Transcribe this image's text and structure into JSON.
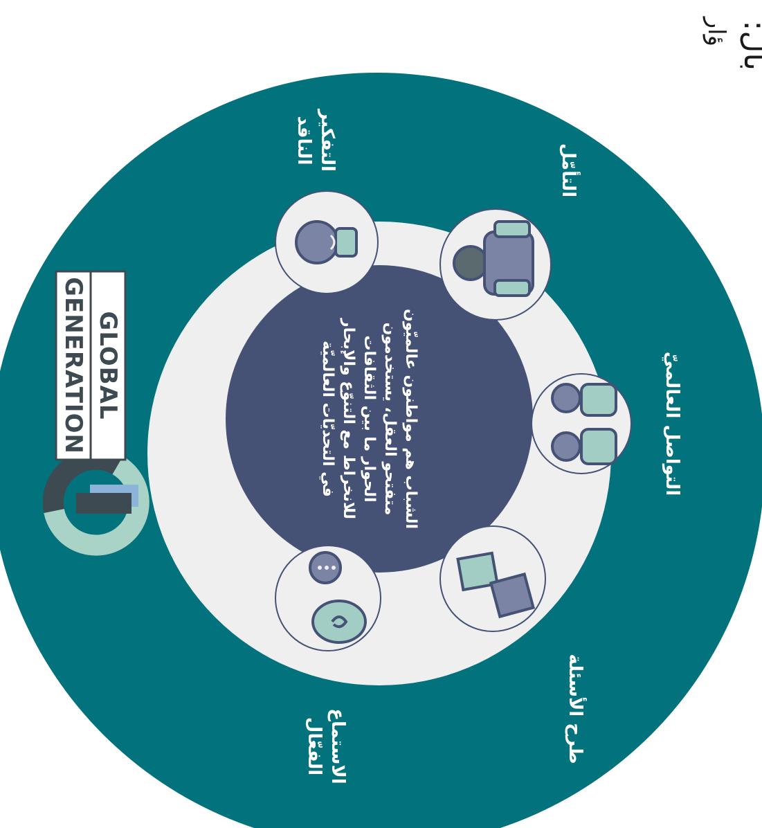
{
  "colors": {
    "outer_ring": "#02727d",
    "middle_ring": "#efefef",
    "center_disc": "#455275",
    "icon_slate": "#7b84a4",
    "icon_mint": "#a2cdc4",
    "logo_text": "#3e4a52",
    "logo_mint": "#a9d3c6",
    "logo_blue": "#8cb4d8"
  },
  "corner_text": {
    "line1": "بال:",
    "line2": "ؤار"
  },
  "logo": {
    "word1": "GENERATION",
    "word2": "GLOBAL"
  },
  "center": {
    "text": "الشباب هم مواطنون عالميّون متفتحو العقل، يستخدمون الحوار ما بين الثقافات للانخراط مع التنوّع والإبحار في التحديّات العالميّة"
  },
  "skills": [
    {
      "id": "critical-thinking",
      "icon": "lightbulb-icon",
      "line1": "التفكير",
      "line2": "الناقد"
    },
    {
      "id": "reflection",
      "icon": "reflecting-person-icon",
      "line1": "التأمّل",
      "line2": ""
    },
    {
      "id": "global-communication",
      "icon": "two-people-talking-icon",
      "line1": "التواصل العالميّ",
      "line2": ""
    },
    {
      "id": "asking-questions",
      "icon": "speech-cards-icon",
      "line1": "طرح الأسئلة",
      "line2": ""
    },
    {
      "id": "active-listening",
      "icon": "ear-and-speech-bubble-icon",
      "line1": "الاستماع",
      "line2": "الفعّال"
    }
  ]
}
